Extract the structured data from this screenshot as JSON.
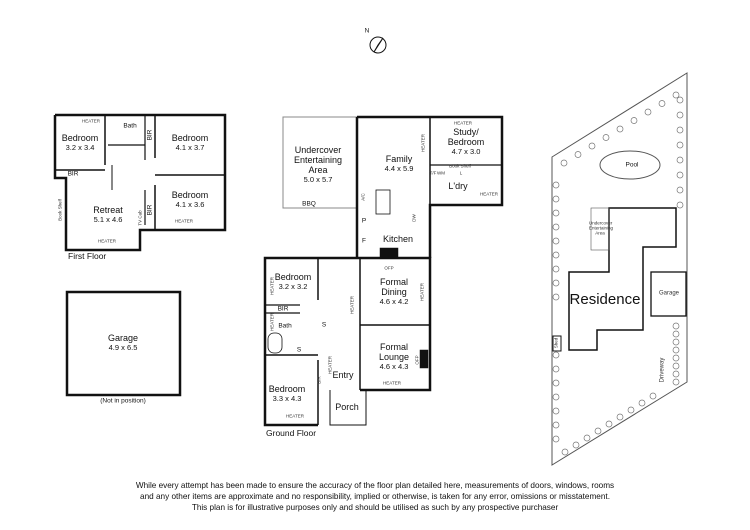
{
  "compass": {
    "label": "N"
  },
  "first_floor": {
    "title": "First Floor",
    "rooms": [
      {
        "name": "Bedroom",
        "dim": "3.2 x 3.4"
      },
      {
        "name": "Bedroom",
        "dim": "4.1 x 3.7"
      },
      {
        "name": "Bedroom",
        "dim": "4.1 x 3.6"
      },
      {
        "name": "Retreat",
        "dim": "5.1 x 4.6"
      }
    ],
    "labels": {
      "bath": "Bath",
      "bir": "BIR",
      "book_shelf": "Book Shelf",
      "tv_cab": "TV Cab",
      "heater": "HEATER"
    }
  },
  "garage": {
    "name": "Garage",
    "dim": "4.9 x 6.5",
    "note": "(Not in position)"
  },
  "ground_floor": {
    "title": "Ground Floor",
    "rooms": [
      {
        "name": "Undercover Entertaining Area",
        "dim": "5.0 x 5.7"
      },
      {
        "name": "Family",
        "dim": "4.4 x 5.9"
      },
      {
        "name": "Study/ Bedroom",
        "dim": "4.7 x 3.0"
      },
      {
        "name": "L'dry",
        "dim": ""
      },
      {
        "name": "Kitchen",
        "dim": ""
      },
      {
        "name": "Bedroom",
        "dim": "3.2 x 3.2"
      },
      {
        "name": "Formal Dining",
        "dim": "4.6 x 4.2"
      },
      {
        "name": "Formal Lounge",
        "dim": "4.6 x 4.3"
      },
      {
        "name": "Bedroom",
        "dim": "3.3 x 4.3"
      },
      {
        "name": "Entry",
        "dim": ""
      },
      {
        "name": "Porch",
        "dim": ""
      }
    ],
    "labels": {
      "bbq": "BBQ",
      "ac": "A/C",
      "p": "P",
      "f": "F",
      "dw": "DW",
      "wm": "WM",
      "l": "L",
      "tf": "T/F",
      "book_shelf": "Book Shelf",
      "heater": "HEATER",
      "ofp": "OFP",
      "bir": "BIR",
      "bath": "Bath",
      "s": "S"
    }
  },
  "site_plan": {
    "pool": "Pool",
    "undercover": "Undercover Entertaining Area",
    "residence": "Residence",
    "garage": "Garage",
    "driveway": "Driveway",
    "shed": "Shed"
  },
  "disclaimer": [
    "While every attempt has been made to ensure the accuracy of the floor plan detailed here, measurements of doors, windows, rooms",
    "and any other items are approximate and no responsibility, implied or otherwise, is taken for any error, omissions or misstatement.",
    "This plan is for illustrative purposes only and should be utilised as such by any prospective purchaser"
  ]
}
